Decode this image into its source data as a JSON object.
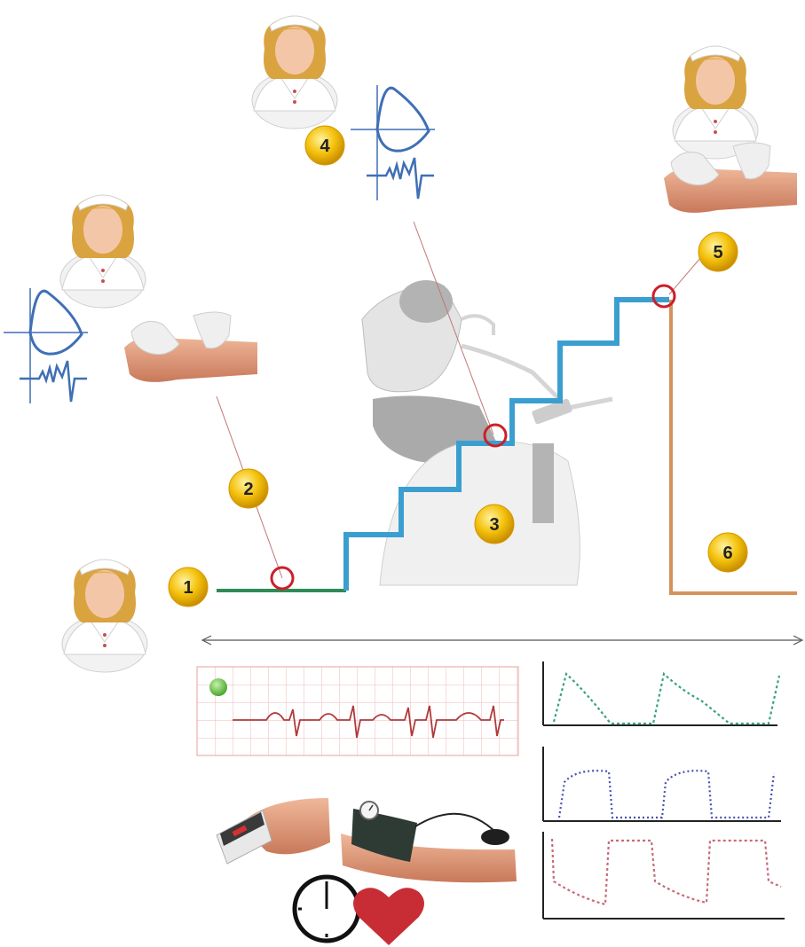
{
  "colors": {
    "baseline": "#2e8b57",
    "exercise_steps": "#3a9fd0",
    "recovery": "#d4925a",
    "marker_circle": "#cc1f2b",
    "badge_fill": "#f4c20d",
    "badge_edge": "#d49a00",
    "ecg_trace": "#b03a3a",
    "ecg_grid": "#f2b8b8",
    "ecg_indicator": "#6cc04a",
    "loop_curve": "#3f6fb5",
    "bottom_wave_green": "#3aa37a",
    "bottom_wave_blue": "#4a4fb3",
    "bottom_wave_red": "#c86a7a",
    "heart": "#c82d35",
    "skin": "#e8a888",
    "glove": "#ededed",
    "bike_gray": "#b8b8b8"
  },
  "steps": [
    {
      "id": "step-1",
      "label": "1"
    },
    {
      "id": "step-2",
      "label": "2"
    },
    {
      "id": "step-3",
      "label": "3"
    },
    {
      "id": "step-4",
      "label": "4"
    },
    {
      "id": "step-5",
      "label": "5"
    },
    {
      "id": "step-6",
      "label": "6"
    }
  ],
  "icons": [
    "nurse-icon",
    "flow-volume-loop-icon",
    "arterial-puncture-icon",
    "cycle-ergometer-icon",
    "ecg-strip-icon",
    "pulse-oximeter-icon",
    "blood-pressure-cuff-icon",
    "stopwatch-icon",
    "heart-icon",
    "waveform-icon"
  ]
}
